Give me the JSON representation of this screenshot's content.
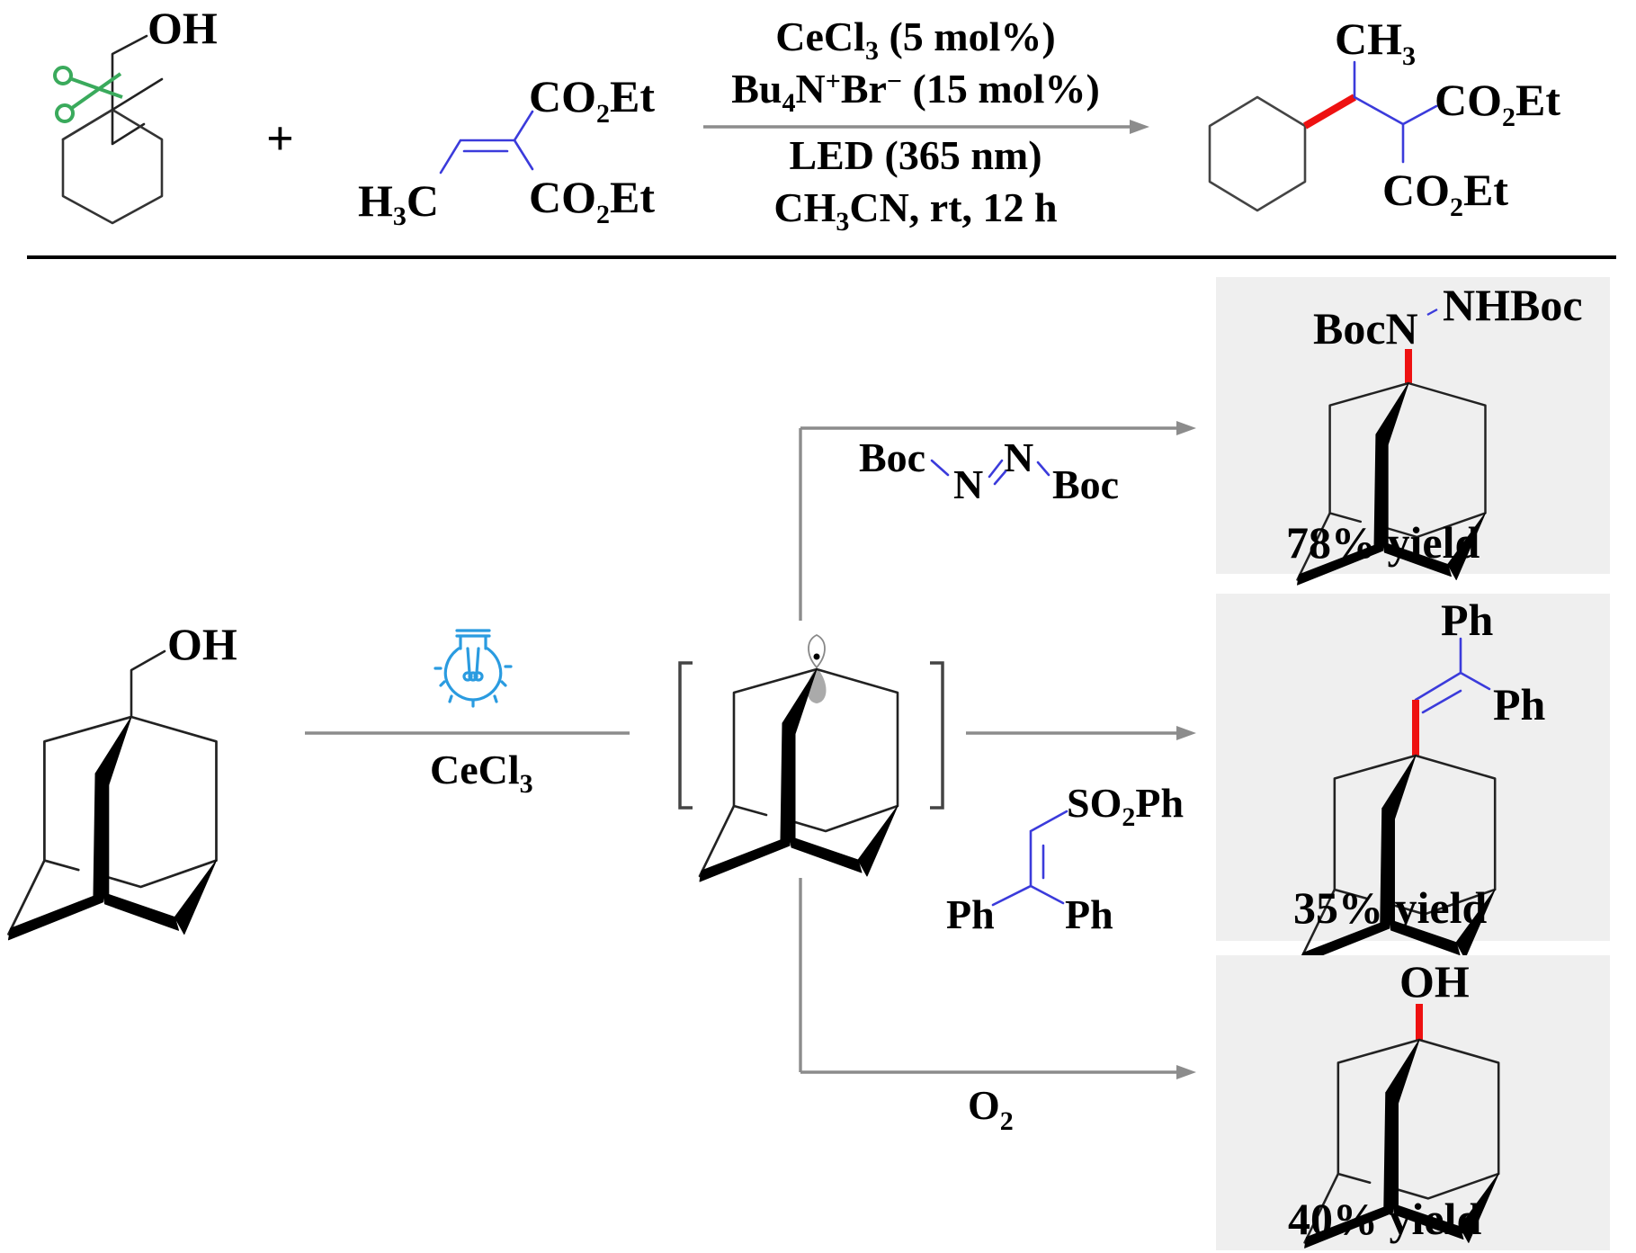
{
  "title": "CeCl3-catalyzed photochemical dealkylative (C–C cleavage) functionalization of primary alcohols",
  "top_scheme": {
    "reactant1": {
      "label_oh": "OH",
      "name": "cyclohexylmethanol",
      "cleavage_marker": "scissors-icon"
    },
    "plus": "+",
    "reactant2": {
      "name": "diethyl ethylidenemalonate",
      "h3c": "H",
      "h3c_sub": "3",
      "h3c_c": "C",
      "ester_top": [
        "CO",
        "2",
        "Et"
      ],
      "ester_bottom": [
        "CO",
        "2",
        "Et"
      ]
    },
    "conditions": [
      {
        "parts": [
          "CeCl",
          "3",
          " (5 mol%)"
        ]
      },
      {
        "parts": [
          "Bu",
          "4",
          "N",
          "+",
          "Br",
          "−",
          " (15 mol%)"
        ]
      },
      {
        "parts": [
          "LED (365 nm)"
        ]
      },
      {
        "parts": [
          "CH",
          "3",
          "CN, rt, 12 h"
        ]
      }
    ],
    "product": {
      "ch3": [
        "CH",
        "3"
      ],
      "ester_top": [
        "CO",
        "2",
        "Et"
      ],
      "ester_bottom": [
        "CO",
        "2",
        "Et"
      ]
    }
  },
  "bottom_scheme": {
    "substrate": {
      "label_oh": "OH",
      "name": "1-adamantylmethanol"
    },
    "step_icon": "light-bulb-icon",
    "step_reagent": [
      "CeCl",
      "3"
    ],
    "intermediate": {
      "name": "1-adamantyl radical"
    },
    "branches": [
      {
        "reagent": {
          "boc1": "Boc",
          "n1": "N",
          "n2": "N",
          "boc2": "Boc",
          "name": "di-tert-butyl azodicarboxylate"
        },
        "product": {
          "label_bocn": "BocN",
          "label_nhboc": "NHBoc"
        },
        "yield_text": "78% yield",
        "yield_percent": 78
      },
      {
        "reagent": {
          "so2ph": [
            "SO",
            "2",
            "Ph"
          ],
          "ph_left": "Ph",
          "ph_right": "Ph",
          "name": "2,2-diphenylvinyl phenyl sulfone"
        },
        "product": {
          "ph_top": "Ph",
          "ph_right": "Ph"
        },
        "yield_text": "35% yield",
        "yield_percent": 35
      },
      {
        "reagent": {
          "o2": [
            "O",
            "2"
          ]
        },
        "product": {
          "label_oh": "OH"
        },
        "yield_text": "40% yield",
        "yield_percent": 40
      }
    ]
  },
  "colors": {
    "new_bond": "#ee1111",
    "reagent_bond": "#3b3bdb",
    "scissors": "#3aaa5c",
    "light_bulb": "#2a9be0",
    "arrow": "#8c8c8c",
    "product_panel": "#efefef"
  }
}
